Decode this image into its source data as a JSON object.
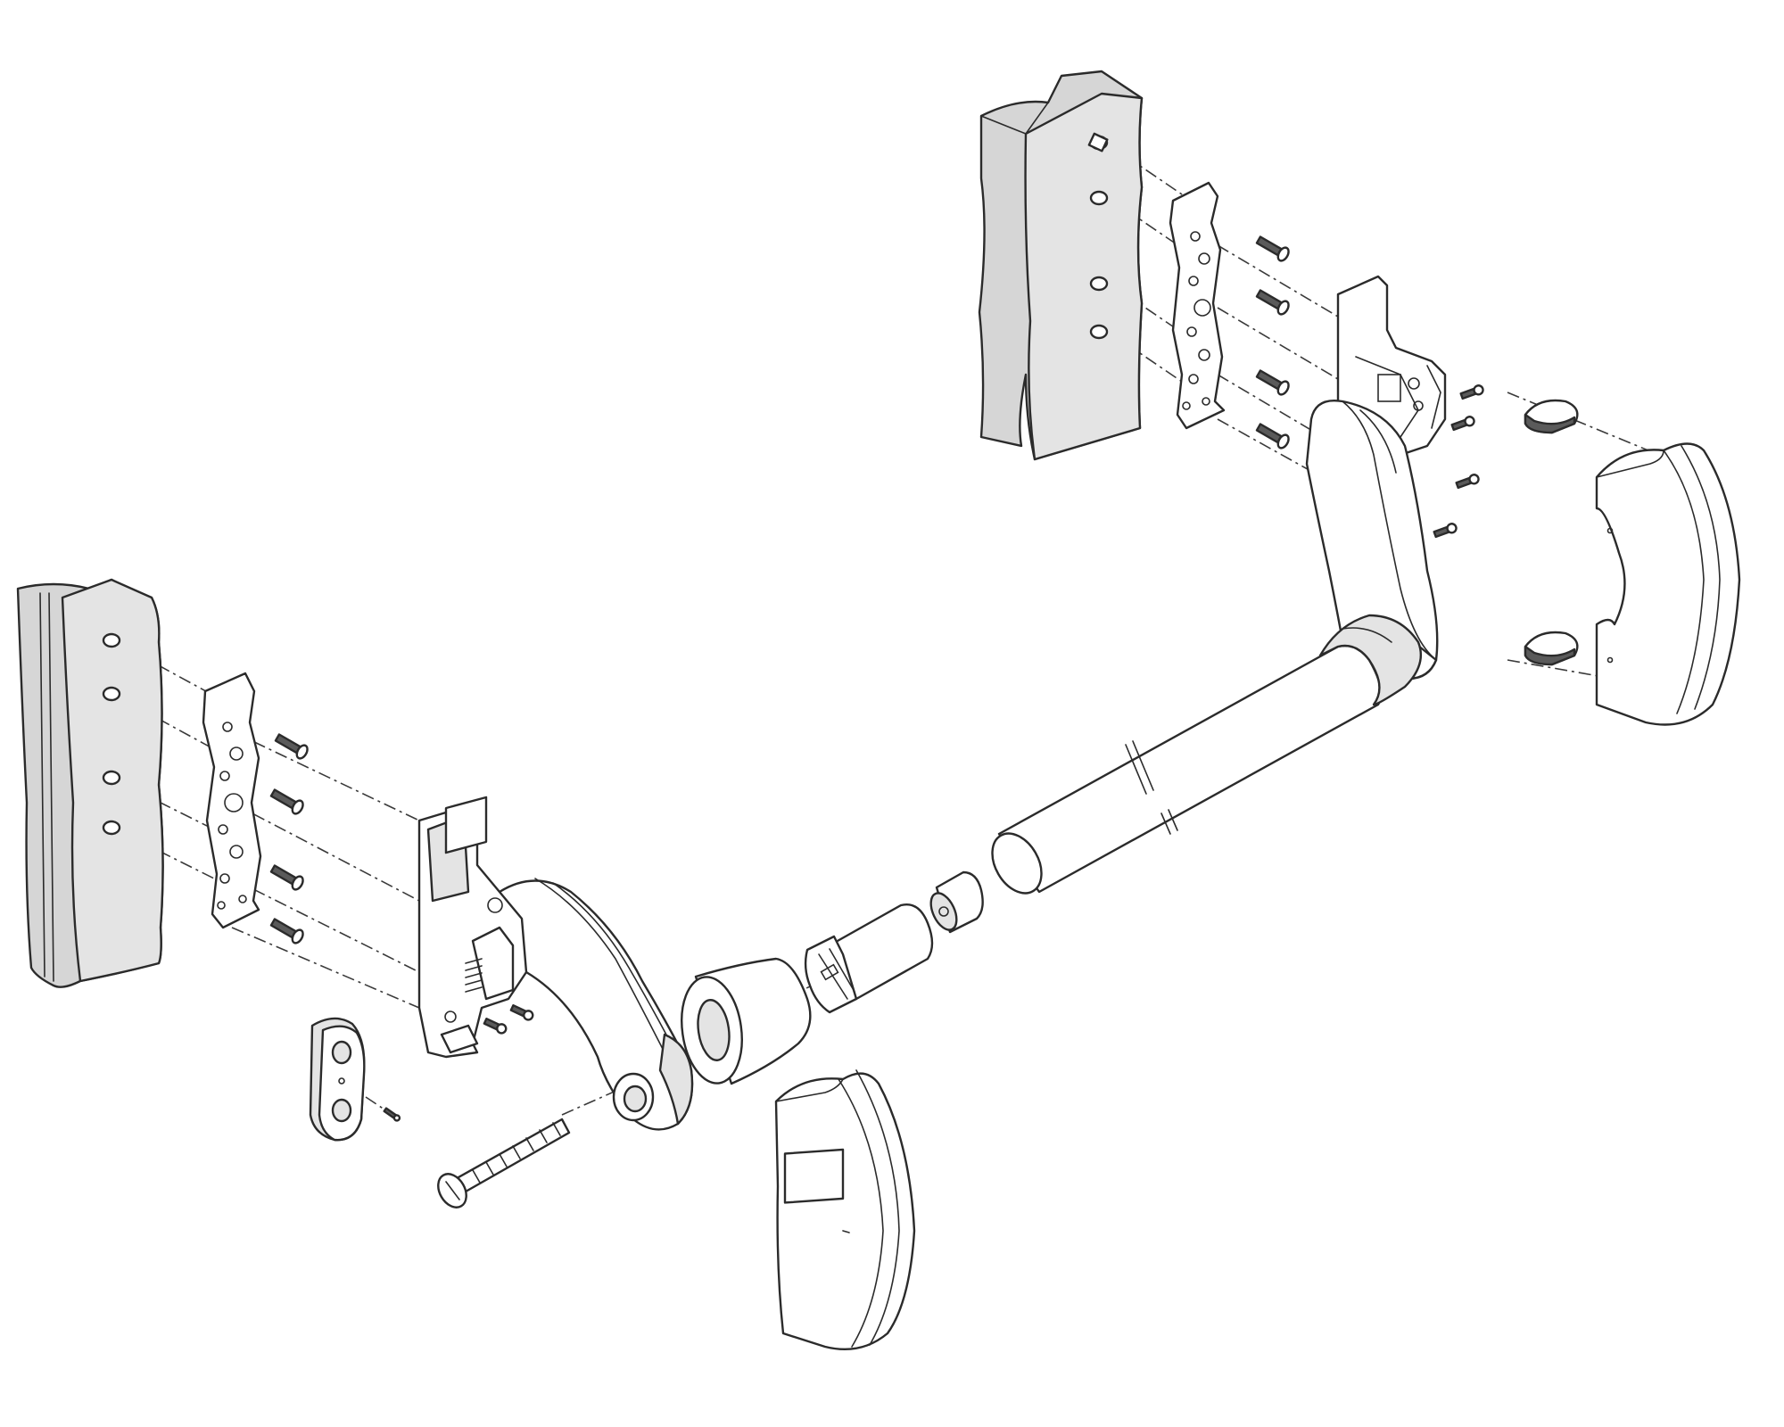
{
  "figure": {
    "kind": "exploded-assembly-drawing",
    "colors": {
      "line": "#2b2b2b",
      "door_frame_fill": "#d6d6d6",
      "part_fill": "#ffffff",
      "shade_fill": "#e4e4e4"
    },
    "icons": [
      "door-frame-left",
      "door-frame-right",
      "mounting-plate-left",
      "mounting-plate-right",
      "latch-mechanism-left",
      "latch-mechanism-right",
      "lever-arm-left",
      "lever-arm-right",
      "push-bar-tube",
      "tube-connector",
      "tube-insert",
      "end-cap-cone",
      "end-cover-left",
      "end-cover-right",
      "cover-clip-top",
      "cover-clip-bottom",
      "strike-block",
      "long-bolt",
      "screws"
    ]
  }
}
